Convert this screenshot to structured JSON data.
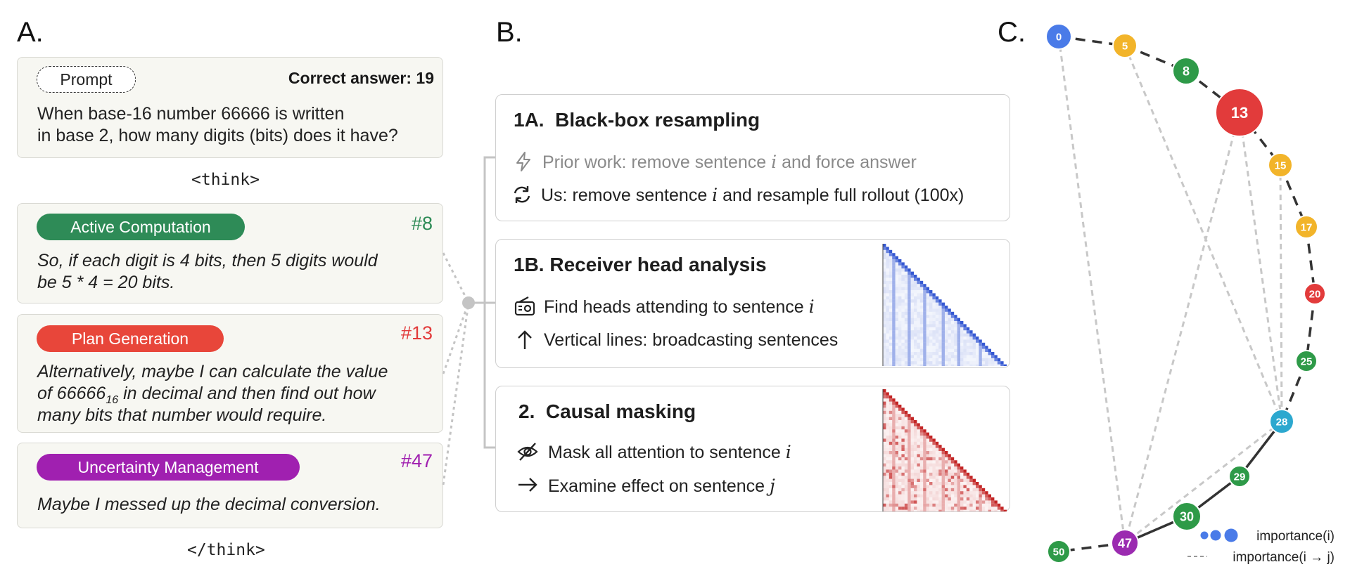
{
  "panels": {
    "a": "A.",
    "b": "B.",
    "c": "C."
  },
  "prompt": {
    "pill": "Prompt",
    "correct_answer": "Correct answer: 19",
    "line1": "When base-16 number 66666 is written",
    "line2": "in base 2, how many digits (bits) does it have?"
  },
  "think_open": "<think>",
  "think_close": "</think>",
  "sentences": [
    {
      "category": "Active Computation",
      "index": "#8",
      "color": "#2e8b57",
      "line1": "So, if each digit is 4 bits, then 5 digits would",
      "line2": "be 5 * 4 = 20 bits."
    },
    {
      "category": "Plan Generation",
      "index": "#13",
      "color": "#e8463a",
      "line1": "Alternatively, maybe I can calculate the value",
      "line2a": "of 66666",
      "line2sub": "16",
      "line2b": " in decimal and then find out how",
      "line3": "many bits that number would require."
    },
    {
      "category": "Uncertainty Management",
      "index": "#47",
      "color": "#a020b0",
      "line1": "Maybe I messed up the decimal conversion."
    }
  ],
  "methods": {
    "m1": {
      "title": "1A.  Black-box resampling",
      "line1a": "Prior work: remove sentence ",
      "line1var": "i",
      "line1b": " and force answer",
      "line2a": "Us: remove sentence ",
      "line2var": "i",
      "line2b": " and resample full rollout (100x)",
      "icon1": "lightning-icon",
      "icon2": "refresh-icon"
    },
    "m2": {
      "title": "1B. Receiver head analysis",
      "line1a": "Find heads attending to sentence ",
      "line1var": "i",
      "line2": "Vertical lines: broadcasting sentences",
      "icon1": "radio-icon",
      "icon2": "arrow-up-icon",
      "heatmap_color": "#2a4fd0"
    },
    "m3": {
      "title": "2.  Causal masking",
      "line1a": "Mask all attention to sentence ",
      "line1var": "i",
      "line2a": "Examine effect on sentence ",
      "line2var": "j",
      "icon1": "eye-off-icon",
      "icon2": "arrow-right-icon",
      "heatmap_color": "#c01818"
    }
  },
  "graph": {
    "nodes": [
      {
        "label": "0",
        "color": "#4a7be8"
      },
      {
        "label": "5",
        "color": "#f2b42a"
      },
      {
        "label": "8",
        "color": "#2e9a48"
      },
      {
        "label": "13",
        "color": "#e23b3b"
      },
      {
        "label": "15",
        "color": "#f2b42a"
      },
      {
        "label": "17",
        "color": "#f2b42a"
      },
      {
        "label": "20",
        "color": "#e23b3b"
      },
      {
        "label": "25",
        "color": "#2e9a48"
      },
      {
        "label": "28",
        "color": "#2ca8cf"
      },
      {
        "label": "29",
        "color": "#2e9a48"
      },
      {
        "label": "30",
        "color": "#2e9a48"
      },
      {
        "label": "47",
        "color": "#9b2bb0"
      },
      {
        "label": "50",
        "color": "#2e9a48"
      }
    ],
    "legend": {
      "node": "importance(i)",
      "edge": "importance(i → j)"
    }
  }
}
